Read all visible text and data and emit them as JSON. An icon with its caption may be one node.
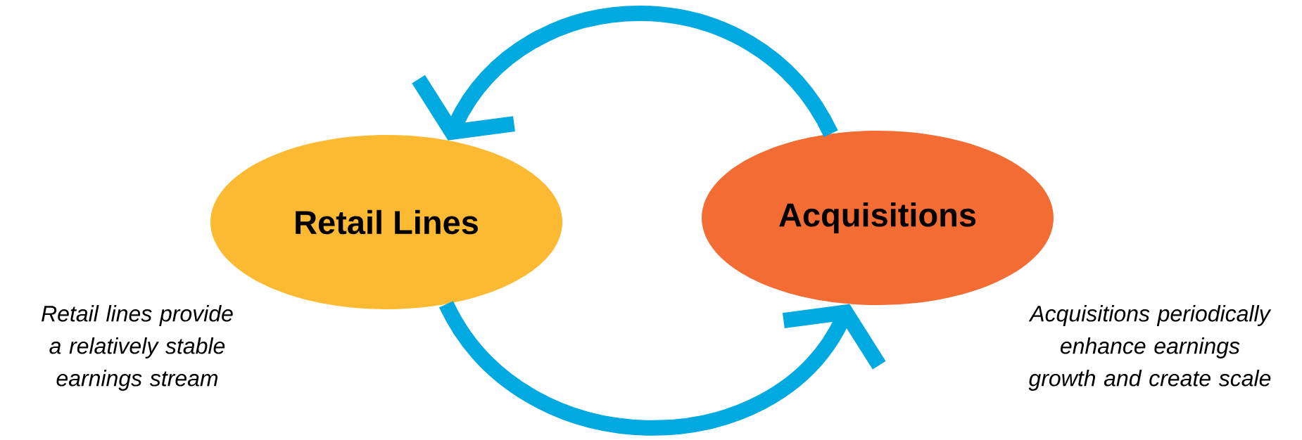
{
  "diagram": {
    "nodes": [
      {
        "text": [
          "Retail Lines"
        ],
        "beside": [
          "Retail lines provide a relatively stable earnings stream"
        ]
      },
      {
        "text": [
          "Acquisitions"
        ],
        "beside": [
          "Acquisitions periodically enhance earnings growth and create scale"
        ]
      }
    ],
    "edges": [
      {
        "from": 1,
        "to": 0,
        "arrow": "to"
      },
      {
        "from": 0,
        "to": 1,
        "arrow": "to"
      }
    ]
  }
}
